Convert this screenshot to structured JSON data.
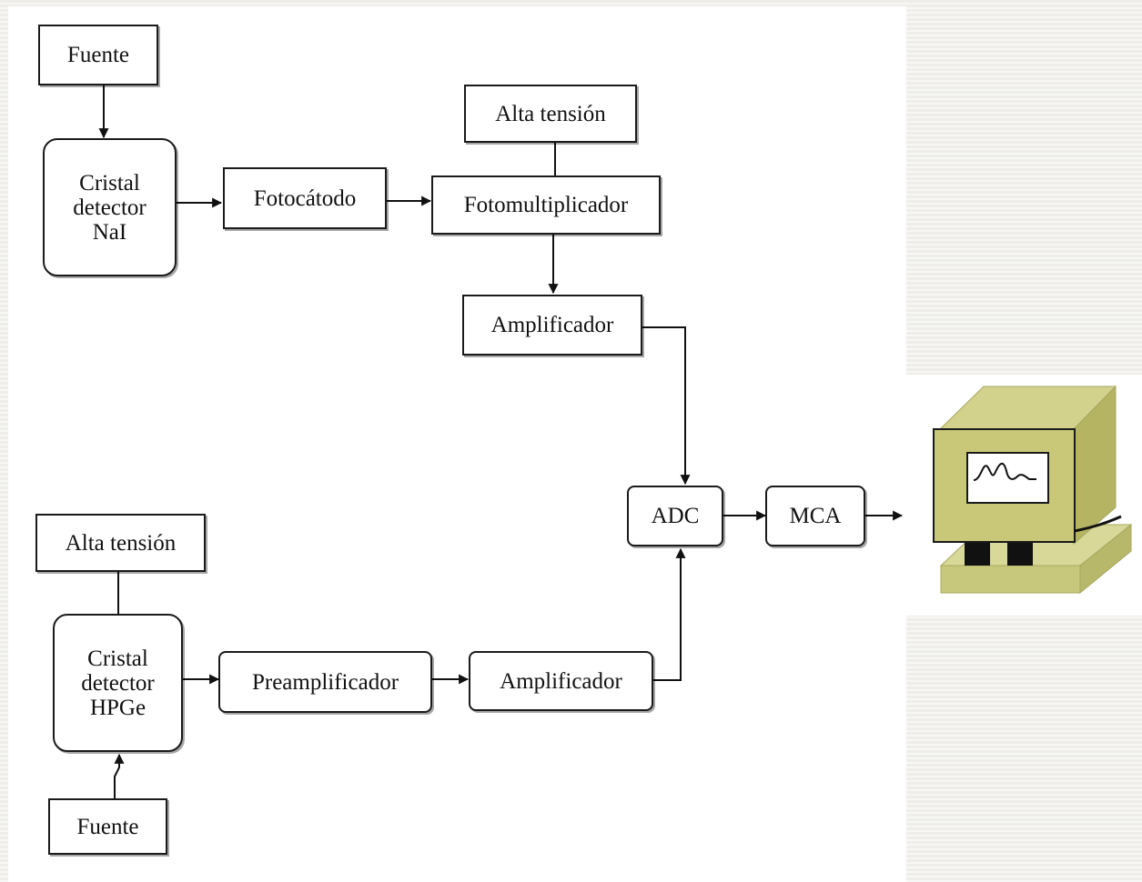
{
  "nai_chain": {
    "fuente": "Fuente",
    "crystal": {
      "line1": "Cristal",
      "line2": "detector",
      "line3": "NaI"
    },
    "fotocatodo": "Fotocátodo",
    "alta_tension": "Alta tensión",
    "fotomultiplicador": "Fotomultiplicador",
    "amplificador": "Amplificador"
  },
  "hpge_chain": {
    "alta_tension": "Alta tensión",
    "crystal": {
      "line1": "Cristal",
      "line2": "detector",
      "line3": "HPGe"
    },
    "preamplificador": "Preamplificador",
    "amplificador": "Amplificador",
    "fuente": "Fuente"
  },
  "adc": "ADC",
  "mca": "MCA",
  "computer": {
    "icon": "computer-monitor-with-spectrum-icon",
    "color": "#c8c878"
  }
}
